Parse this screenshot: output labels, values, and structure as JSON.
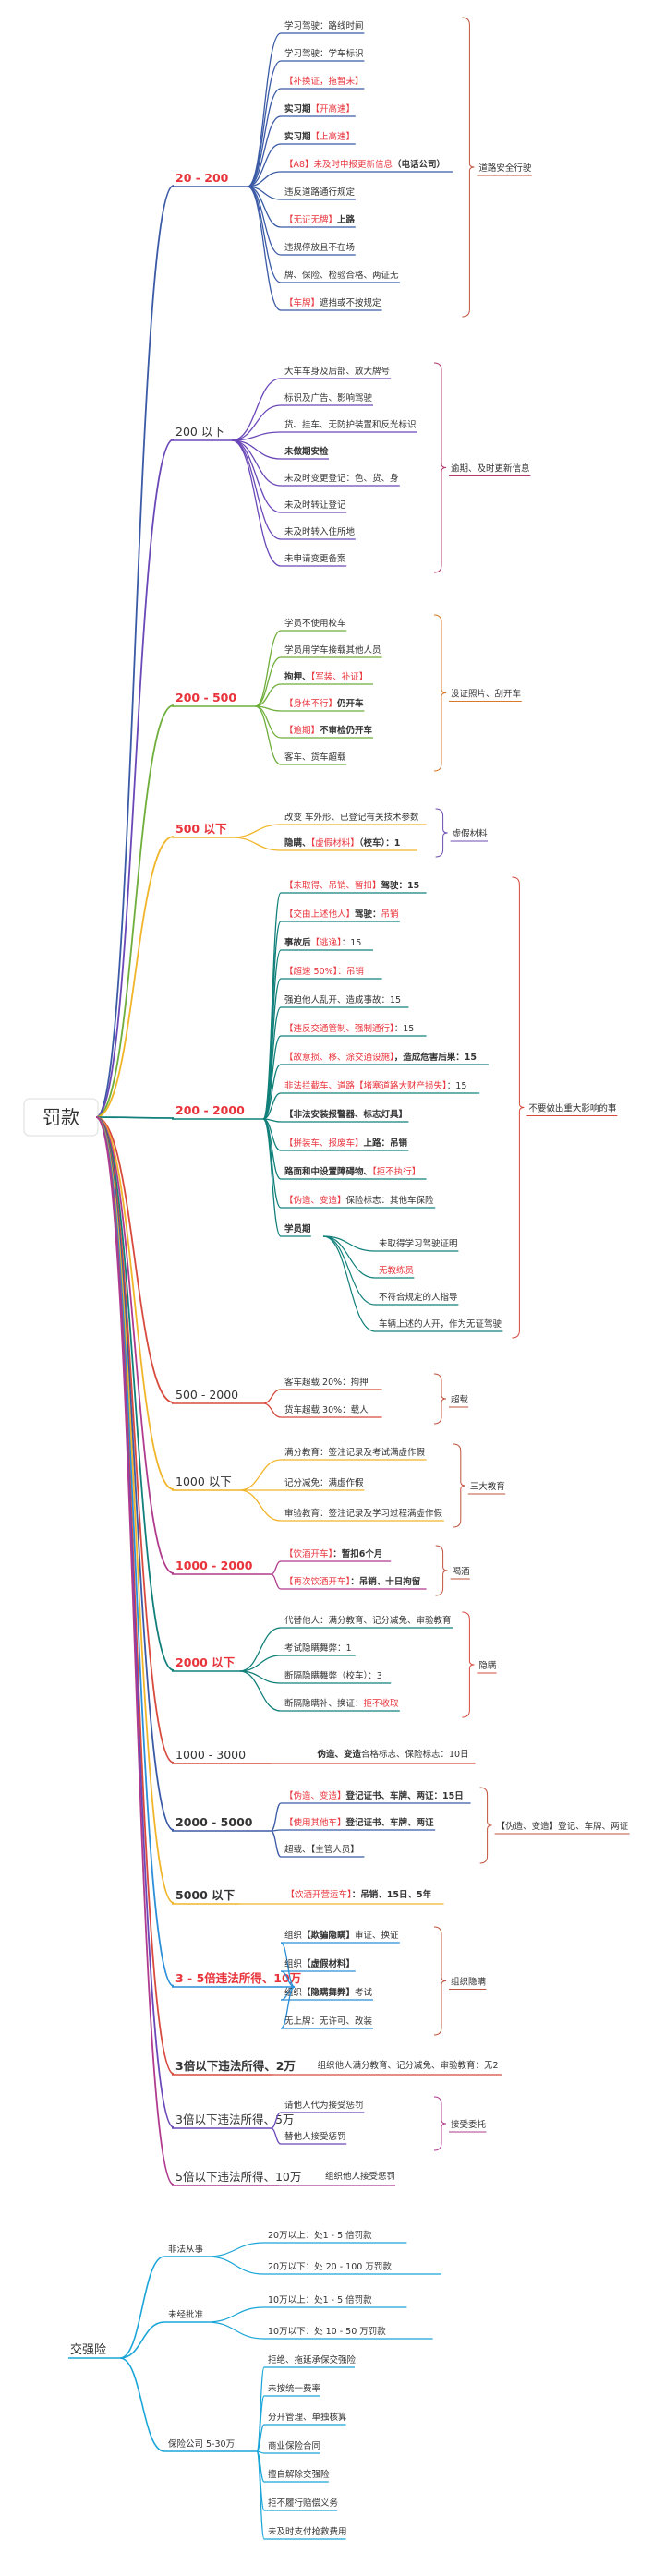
{
  "root": {
    "label": "罚款"
  },
  "root2": {
    "label": "交强险"
  },
  "groups": [
    {
      "label": "20 - 200",
      "red": true,
      "color": "#3b5aa6",
      "bracket_label": "道路安全行驶",
      "bracket_color": "#c0533d",
      "leaves": [
        [
          {
            "t": "学习驾驶：路线时间"
          }
        ],
        [
          {
            "t": "学习驾驶：学车标识"
          }
        ],
        [
          {
            "t": "【补换证，拖暂未】",
            "red": true
          }
        ],
        [
          {
            "t": "实习期",
            "b": true
          },
          {
            "t": "【开高速】",
            "red": true
          }
        ],
        [
          {
            "t": "实习期",
            "b": true
          },
          {
            "t": "【上高速】",
            "red": true
          }
        ],
        [
          {
            "t": "【A8】未及时申报更新信息",
            "red": true
          },
          {
            "t": "（电话公司）",
            "b": true
          }
        ],
        [
          {
            "t": "违反道路通行规定"
          }
        ],
        [
          {
            "t": "【无证无牌】",
            "red": true
          },
          {
            "t": "上路",
            "b": true
          }
        ],
        [
          {
            "t": "违规停放且不在场"
          }
        ],
        [
          {
            "t": "牌、保险、检验合格、两证无"
          }
        ],
        [
          {
            "t": "【车牌】",
            "red": true
          },
          {
            "t": "遮挡或不按规定"
          }
        ]
      ]
    },
    {
      "label": "200 以下",
      "red": false,
      "color": "#6b48b8",
      "bracket_label": "逾期、及时更新信息",
      "bracket_color": "#b03b6e",
      "leaves": [
        [
          {
            "t": "大车车身及后部、放大牌号"
          }
        ],
        [
          {
            "t": "标识及广告、影响驾驶"
          }
        ],
        [
          {
            "t": "货、挂车、无防护装置和反光标识"
          }
        ],
        [
          {
            "t": "未做期安检",
            "b": true
          }
        ],
        [
          {
            "t": "未及时变更登记：色、货、身"
          }
        ],
        [
          {
            "t": "未及时转让登记"
          }
        ],
        [
          {
            "t": "未及时转入住所地"
          }
        ],
        [
          {
            "t": "未申请变更备案"
          }
        ]
      ]
    },
    {
      "label": "200 - 500",
      "red": true,
      "color": "#6fae3b",
      "bracket_label": "没证照片、刮开车",
      "bracket_color": "#d87a2a",
      "leaves": [
        [
          {
            "t": "学员不使用校车"
          }
        ],
        [
          {
            "t": "学员用学车接载其他人员"
          }
        ],
        [
          {
            "t": "拘押、",
            "b": true
          },
          {
            "t": "【军装、补证】",
            "red": true
          }
        ],
        [
          {
            "t": "【身体不行】",
            "red": true
          },
          {
            "t": "仍开车",
            "b": true
          }
        ],
        [
          {
            "t": "【逾期】",
            "red": true
          },
          {
            "t": "不审检仍开车",
            "b": true
          }
        ],
        [
          {
            "t": "客车、货车超载"
          }
        ]
      ]
    },
    {
      "label": "500 以下",
      "red": true,
      "color": "#f1b52a",
      "bracket_label": "虚假材料",
      "bracket_color": "#6a4cb0",
      "leaves": [
        [
          {
            "t": "改变 车外形、已登记有关技术参数"
          }
        ],
        [
          {
            "t": "隐瞒、",
            "b": true
          },
          {
            "t": "【虚假材料】",
            "red": true
          },
          {
            "t": "（校车）：1",
            "b": true
          }
        ]
      ]
    },
    {
      "label": "200 - 2000",
      "red": true,
      "color": "#11807a",
      "bracket_label": "不要做出重大影响的事",
      "bracket_color": "#d84a3e",
      "leaves": [
        [
          {
            "t": "【未取得、吊销、暂扣】",
            "red": true
          },
          {
            "t": "驾驶：15",
            "b": true
          }
        ],
        [
          {
            "t": "【交由上述他人】",
            "red": true
          },
          {
            "t": "驾驶：",
            "b": true
          },
          {
            "t": "吊销",
            "red": true
          }
        ],
        [
          {
            "t": "事故后",
            "b": true
          },
          {
            "t": "【逃逸】",
            "red": true
          },
          {
            "t": "：15"
          }
        ],
        [
          {
            "t": "【超速 50%】：",
            "red": true
          },
          {
            "t": "吊销",
            "red": true
          }
        ],
        [
          {
            "t": "强迫他人乱开、造成事故：15"
          }
        ],
        [
          {
            "t": "【违反交通管制、强制通行】",
            "red": true
          },
          {
            "t": "：15"
          }
        ],
        [
          {
            "t": "【故意损、移、涂交通设施】",
            "red": true
          },
          {
            "t": "，造成危害后果：15",
            "b": true
          }
        ],
        [
          {
            "t": "非法拦截车、道路",
            "red": true
          },
          {
            "t": "【堵塞道路大财产损失】",
            "red": true
          },
          {
            "t": "：15"
          }
        ],
        [
          {
            "t": "【非法安装报警器、标志灯具】",
            "b": true
          }
        ],
        [
          {
            "t": "【拼装车、报废车】",
            "red": true
          },
          {
            "t": "上路",
            "b": true
          },
          {
            "t": "：吊销",
            "b": true
          }
        ],
        [
          {
            "t": "路面和中设置障碍物、",
            "b": true
          },
          {
            "t": "【拒不执行】",
            "red": true
          }
        ],
        [
          {
            "t": "【伪造、变造】",
            "red": true
          },
          {
            "t": "保险标志：其他车保险"
          }
        ],
        [
          {
            "t": "学员期",
            "b": true
          },
          {
            "t": ""
          }
        ]
      ],
      "sub_leaves": [
        [
          {
            "t": "未取得学习驾驶证明"
          }
        ],
        [
          {
            "t": "无教练员",
            "red": true
          }
        ],
        [
          {
            "t": "不符合规定的人指导"
          }
        ],
        [
          {
            "t": "车辆上述的人开，作为无证驾驶"
          }
        ]
      ]
    },
    {
      "label": "500 - 2000",
      "red": false,
      "color": "#d84a3e",
      "bracket_label": "超载",
      "bracket_color": "#c0533d",
      "leaves": [
        [
          {
            "t": "客车超载 20%：拘押"
          }
        ],
        [
          {
            "t": "货车超载 30%：载人"
          }
        ]
      ]
    },
    {
      "label": "1000 以下",
      "red": false,
      "color": "#f1b52a",
      "bracket_label": "三大教育",
      "bracket_color": "#c0533d",
      "leaves": [
        [
          {
            "t": "满分教育：签注记录及考试满虚作假"
          }
        ],
        [
          {
            "t": "记分减免：满虚作假"
          }
        ],
        [
          {
            "t": "审验教育：签注记录及学习过程满虚作假"
          }
        ]
      ]
    },
    {
      "label": "1000 - 2000",
      "red": true,
      "color": "#b03b8e",
      "bracket_label": "喝酒",
      "bracket_color": "#c0533d",
      "leaves": [
        [
          {
            "t": "【饮酒开车】",
            "red": true
          },
          {
            "t": "：暂扣6个月",
            "b": true
          }
        ],
        [
          {
            "t": "【再次饮酒开车】",
            "red": true
          },
          {
            "t": "：吊销、十日拘留",
            "b": true
          }
        ]
      ]
    },
    {
      "label": "2000 以下",
      "red": true,
      "color": "#11807a",
      "bracket_label": "隐瞒",
      "bracket_color": "#d84a3e",
      "leaves": [
        [
          {
            "t": "代替他人：满分教育、记分减免、审验教育"
          }
        ],
        [
          {
            "t": "考试隐瞒舞弊：1"
          }
        ],
        [
          {
            "t": "断隔隐瞒舞弊（校车）：3"
          }
        ],
        [
          {
            "t": "断隔隐瞒补、换证：",
            "b": false
          },
          {
            "t": "拒不收取",
            "red": true
          }
        ]
      ]
    },
    {
      "label": "1000 - 3000",
      "red": false,
      "color": "#d84a3e",
      "inline": [
        {
          "t": "伪造、变造",
          "b": true
        },
        {
          "t": "合格标志、保险标志：10日"
        }
      ]
    },
    {
      "label": "2000 - 5000",
      "red": false,
      "b": true,
      "color": "#3b5aa6",
      "bracket_label": "【伪造、变造】登记、车牌、两证",
      "bracket_color": "#c0533d",
      "leaves": [
        [
          {
            "t": "【伪造、变造】",
            "red": true
          },
          {
            "t": "登记证书、车牌、两证：15日",
            "b": true
          }
        ],
        [
          {
            "t": "【使用其他车】",
            "red": true
          },
          {
            "t": "登记证书、车牌、两证",
            "b": true
          }
        ],
        [
          {
            "t": "超载、【主管人员】"
          }
        ]
      ]
    },
    {
      "label": "5000 以下",
      "red": false,
      "b": true,
      "color": "#f1b52a",
      "inline": [
        {
          "t": "【饮酒开营运车】",
          "red": true
        },
        {
          "t": "：吊销、15日、5年",
          "b": true
        }
      ]
    },
    {
      "label": "3 - 5倍违法所得、10万",
      "red": true,
      "color": "#2a8ed8",
      "bracket_label": "组织隐瞒",
      "bracket_color": "#c0533d",
      "leaves": [
        [
          {
            "t": "组织",
            "b": false
          },
          {
            "t": "【欺骗隐瞒】",
            "b": true
          },
          {
            "t": "审证、换证"
          }
        ],
        [
          {
            "t": "组织",
            "b": false
          },
          {
            "t": "【虚假材料】",
            "b": true
          }
        ],
        [
          {
            "t": "组织",
            "b": false
          },
          {
            "t": "【隐瞒舞弊】",
            "b": true
          },
          {
            "t": "考试"
          }
        ],
        [
          {
            "t": "无上牌：无许可、改装"
          }
        ]
      ]
    },
    {
      "label": "3倍以下违法所得、2万",
      "red": false,
      "b": true,
      "color": "#d84a3e",
      "inline": [
        {
          "t": "组织他人满分教育、记分减免、审验教育：无2"
        }
      ]
    },
    {
      "label": "3倍以下违法所得、5万",
      "red": false,
      "color": "#6b48b8",
      "bracket_label": "接受委托",
      "bracket_color": "#b03b8e",
      "leaves": [
        [
          {
            "t": "请他人代为接受惩罚"
          }
        ],
        [
          {
            "t": "替他人接受惩罚"
          }
        ]
      ]
    },
    {
      "label": "5倍以下违法所得、10万",
      "red": false,
      "color": "#b03b8e",
      "inline": [
        {
          "t": "组织他人接受惩罚"
        }
      ]
    }
  ],
  "insurance": {
    "color": "#1aa5d8",
    "groups": [
      {
        "label": "非法从事",
        "leaves": [
          [
            {
              "t": "20万以上：处1 - 5 倍罚款"
            }
          ],
          [
            {
              "t": "20万以下：处 20 - 100 万罚款"
            }
          ]
        ]
      },
      {
        "label": "未经批准",
        "leaves": [
          [
            {
              "t": "10万以上：处1 - 5 倍罚款"
            }
          ],
          [
            {
              "t": "10万以下：处 10 - 50 万罚款"
            }
          ]
        ]
      },
      {
        "label": "保险公司 5-30万",
        "leaves": [
          [
            {
              "t": "拒绝、拖延承保交强险"
            }
          ],
          [
            {
              "t": "未按统一费率"
            }
          ],
          [
            {
              "t": "分开管理、单独核算"
            }
          ],
          [
            {
              "t": "商业保险合同"
            }
          ],
          [
            {
              "t": "擅自解除交强险"
            }
          ],
          [
            {
              "t": "拒不履行赔偿义务"
            }
          ],
          [
            {
              "t": "未及时支付抢救费用"
            }
          ]
        ]
      }
    ]
  }
}
